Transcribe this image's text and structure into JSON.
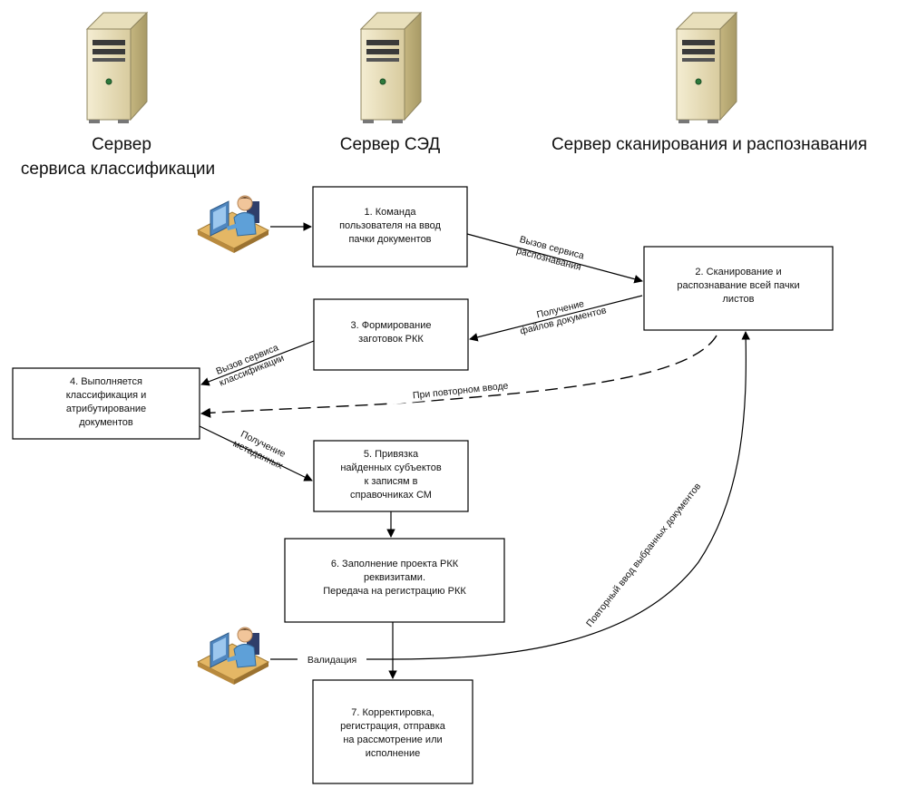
{
  "servers": {
    "classification": {
      "caption_line1": "Сервер",
      "caption_line2": "сервиса классификации"
    },
    "sed": {
      "caption": "Сервер СЭД"
    },
    "scanning": {
      "caption": "Сервер сканирования и распознавания"
    }
  },
  "steps": {
    "s1": {
      "l1": "1. Команда",
      "l2": "пользователя на  ввод",
      "l3": "пачки документов"
    },
    "s2": {
      "l1": "2. Сканирование и",
      "l2": "распознавание всей пачки",
      "l3": "листов"
    },
    "s3": {
      "l1": "3. Формирование",
      "l2": "заготовок РКК"
    },
    "s4": {
      "l1": "4. Выполняется",
      "l2": "классификация и",
      "l3": "атрибутирование",
      "l4": "документов"
    },
    "s5": {
      "l1": "5. Привязка",
      "l2": "найденных субъектов",
      "l3": "к записям в",
      "l4": "справочниках СМ"
    },
    "s6": {
      "l1": "6. Заполнение проекта РКК",
      "l2": "реквизитами.",
      "l3": "Передача на регистрацию РКК"
    },
    "s7": {
      "l1": "7. Корректировка,",
      "l2": "регистрация, отправка",
      "l3": "на рассмотрение или",
      "l4": "исполнение"
    }
  },
  "edges": {
    "call_recognition": {
      "l1": "Вызов сервиса",
      "l2": "распознавания"
    },
    "get_files": {
      "l1": "Получение",
      "l2": "файлов документов"
    },
    "call_classification": {
      "l1": "Вызов сервиса",
      "l2": "классификации"
    },
    "repeat_input": "При повторном вводе",
    "get_metadata": {
      "l1": "Получение",
      "l2": "метаданных"
    },
    "validation": "Валидация",
    "repeat_selected": "Повторный ввод выбранных документов"
  },
  "colors": {
    "server_body": "#efe6c3",
    "server_side": "#cdbf8f",
    "server_front": "#d9cda0",
    "user_shirt": "#5ea0d8",
    "user_skin": "#f1c59a",
    "desk": "#e0b463",
    "monitor": "#5f95c8"
  },
  "icons": [
    "server-icon",
    "user-at-computer-icon"
  ]
}
